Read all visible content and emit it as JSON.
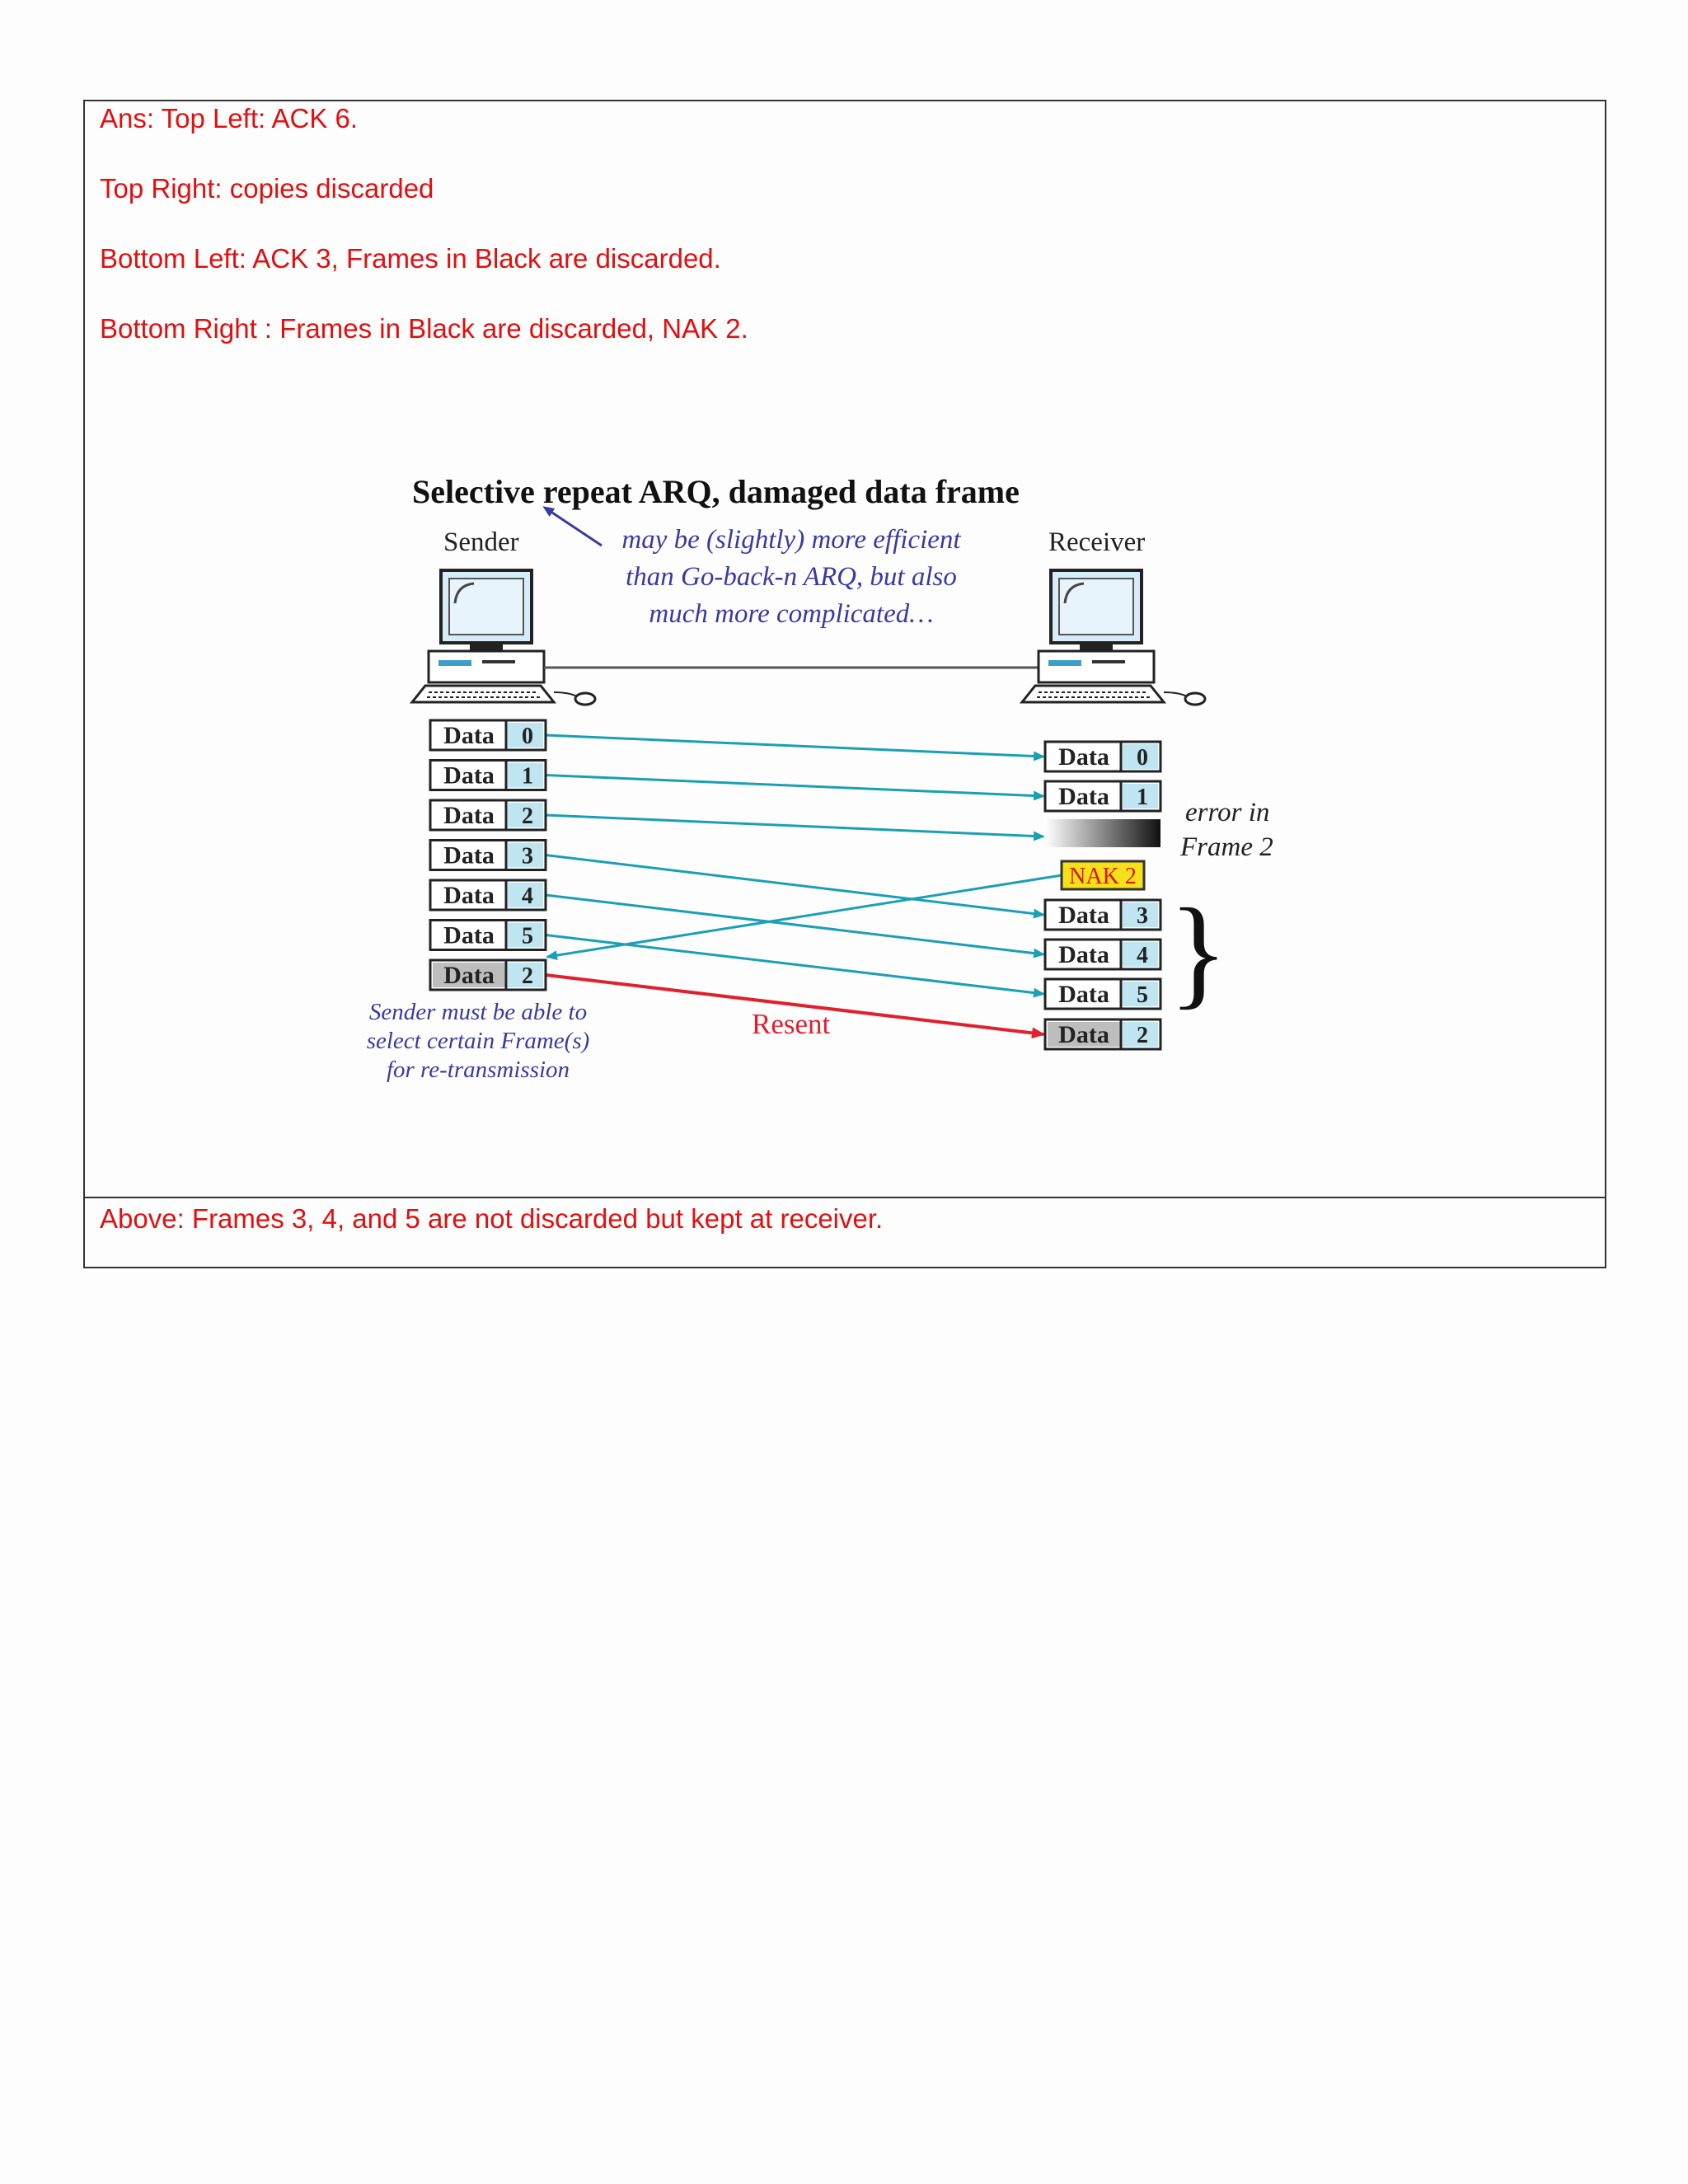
{
  "answers": {
    "top_left": "Ans: Top Left: ACK 6.",
    "top_right": "Top Right: copies discarded",
    "bottom_left": "Bottom Left: ACK 3, Frames in Black are discarded.",
    "bottom_right": "Bottom Right : Frames in Black are discarded, NAK 2."
  },
  "note": "Above: Frames 3, 4, and 5 are not discarded but kept at receiver.",
  "figure": {
    "title": "Selective repeat ARQ, damaged data frame",
    "sender_label": "Sender",
    "receiver_label": "Receiver",
    "callout_line1": "may be (slightly) more efficient",
    "callout_line2": "than Go-back-n ARQ, but also",
    "callout_line3": "much more complicated…",
    "error_line1": "error in",
    "error_line2": "Frame 2",
    "nak_label": "NAK 2",
    "resent_label": "Resent",
    "sender_note_line1": "Sender must be able to",
    "sender_note_line2": "select certain Frame(s)",
    "sender_note_line3": "for re-transmission",
    "frame_word": "Data",
    "sender_frames": [
      "0",
      "1",
      "2",
      "3",
      "4",
      "5",
      "2"
    ],
    "receiver_frames": [
      "0",
      "1",
      "",
      "3",
      "4",
      "5",
      "2"
    ]
  },
  "colors": {
    "answer_text": "#e01010",
    "arrow": "#1a9fb5",
    "resent_arrow": "#e0202c",
    "callout": "#3a3aa0",
    "nak_fill": "#f5e11a",
    "nak_text": "#e01010"
  }
}
